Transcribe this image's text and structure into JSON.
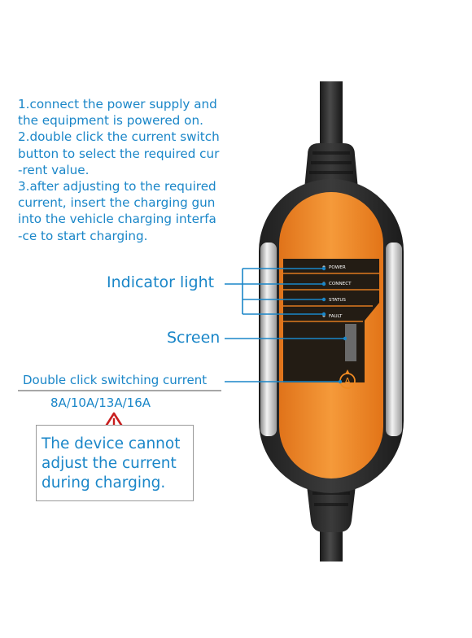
{
  "instructions": {
    "lines": [
      "1.connect the power supply and",
      "the equipment is powered on.",
      "2.double click the current switch",
      "button to select the required cur",
      "-rent value.",
      "3.after adjusting to the required",
      "current, insert the charging gun",
      "into the vehicle charging interfa",
      "-ce to start charging."
    ]
  },
  "callouts": {
    "indicator_light": "Indicator light",
    "screen": "Screen",
    "double_click": "Double click switching current",
    "current_values": "8A/10A/13A/16A"
  },
  "warning": {
    "icon": "warning-triangle-icon",
    "lines": [
      "The device cannot",
      "adjust the current",
      "during charging."
    ]
  },
  "device": {
    "indicators": [
      "POWER",
      "CONNECT",
      "STATUS",
      "FAULT"
    ],
    "button_glyph": "A",
    "body_color": "#f08a22",
    "shell_color": "#2e2e2e"
  }
}
